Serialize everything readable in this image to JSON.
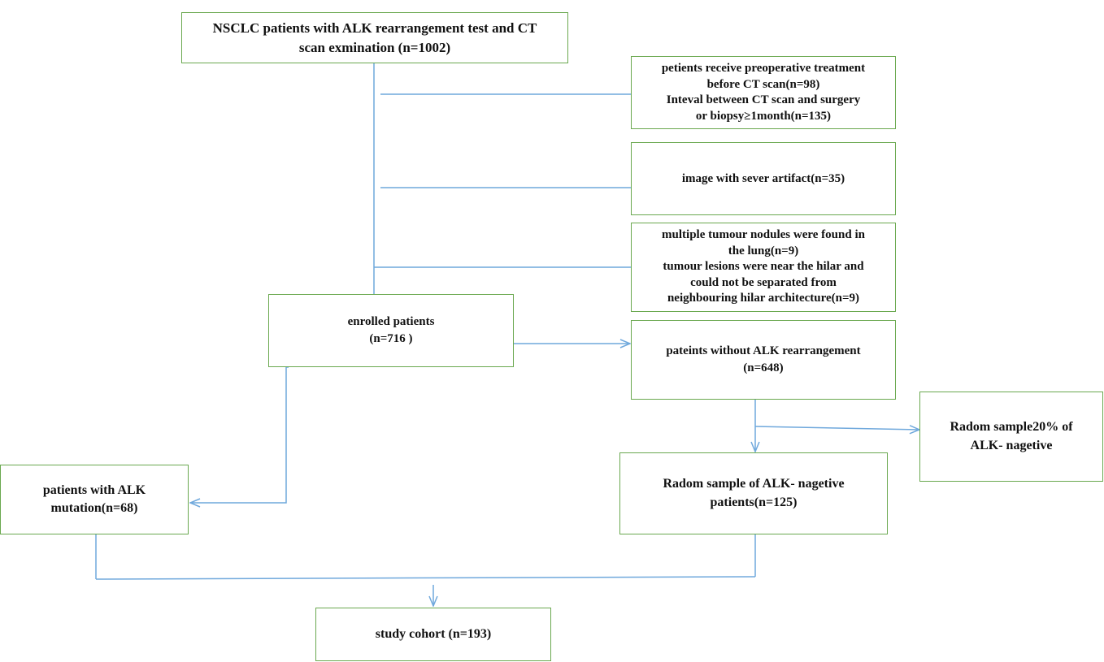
{
  "colors": {
    "box_border": "#6aa84f",
    "connector": "#6fa8dc",
    "text": "#111111",
    "background": "#ffffff"
  },
  "boxes": {
    "start": {
      "line1": "NSCLC patients with ALK rearrangement test and CT",
      "line2": "scan exmination (n=1002)"
    },
    "excl_treatment": {
      "line1": "petients receive preoperative treatment",
      "line2": "before CT  scan(n=98)",
      "line3": "Inteval between CT scan and surgery",
      "line4": "or biopsy≥1month(n=135)"
    },
    "excl_artifact": {
      "line1": "image with sever artifact(n=35)"
    },
    "excl_nodules": {
      "line1": "multiple tumour nodules were found in",
      "line2": "the lung(n=9)",
      "line3": "tumour lesions were near the hilar and",
      "line4": "could not be separated from",
      "line5": "neighbouring hilar architecture(n=9)"
    },
    "enrolled": {
      "line1": "enrolled patients",
      "line2": "(n=716 )"
    },
    "without_alk": {
      "line1": "pateints without ALK rearrangement",
      "line2": "(n=648)"
    },
    "random_pct": {
      "line1": "Radom sample20% of",
      "line2": "ALK- nagetive"
    },
    "random_sample": {
      "line1": "Radom sample of ALK- nagetive",
      "line2": "patients(n=125)"
    },
    "alk_mutation": {
      "line1": "patients with ALK",
      "line2": "mutation(n=68)"
    },
    "cohort": {
      "line1": "study cohort (n=193)"
    }
  }
}
